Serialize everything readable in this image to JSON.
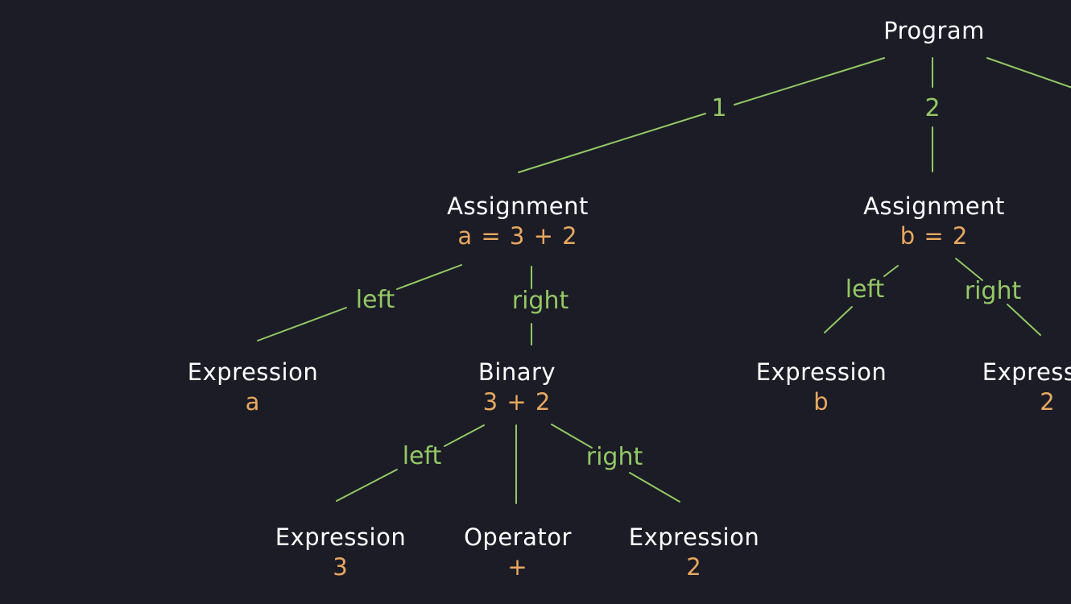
{
  "colors": {
    "background": "#1b1c26",
    "node_type": "#ffffff",
    "node_value": "#e8a860",
    "edge": "#94c865"
  },
  "nodes": {
    "program": {
      "type": "Program"
    },
    "assign1": {
      "type": "Assignment",
      "value": "a = 3 + 2"
    },
    "assign2": {
      "type": "Assignment",
      "value": "b = 2"
    },
    "expr_a": {
      "type": "Expression",
      "value": "a"
    },
    "binary": {
      "type": "Binary",
      "value": "3 + 2"
    },
    "expr_b": {
      "type": "Expression",
      "value": "b"
    },
    "expr_2_right": {
      "type": "Expression",
      "value": "2"
    },
    "expr_3": {
      "type": "Expression",
      "value": "3"
    },
    "operator": {
      "type": "Operator",
      "value": "+"
    },
    "expr_2": {
      "type": "Expression",
      "value": "2"
    }
  },
  "edge_labels": {
    "program_1": "1",
    "program_2": "2",
    "assign1_left": "left",
    "assign1_right": "right",
    "assign2_left": "left",
    "assign2_right": "right",
    "binary_left": "left",
    "binary_right": "right"
  }
}
